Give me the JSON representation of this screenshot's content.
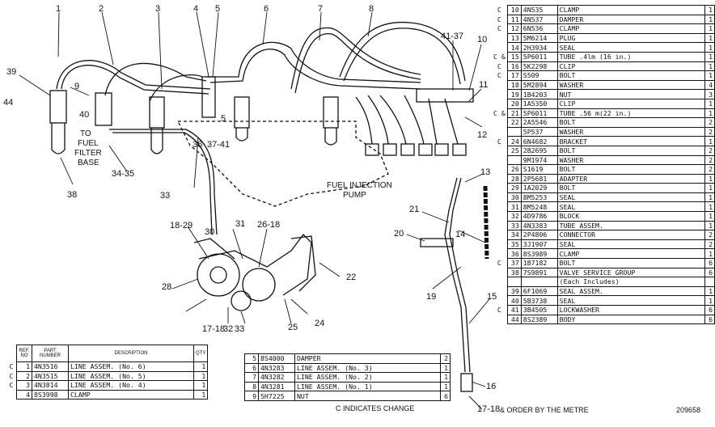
{
  "title": "",
  "labels": {
    "callouts": [
      "1",
      "2",
      "3",
      "4",
      "5",
      "6",
      "7",
      "8",
      "9",
      "10",
      "11",
      "12",
      "13",
      "14",
      "15",
      "16",
      "17-18",
      "18-29",
      "19",
      "20",
      "21",
      "22",
      "24",
      "25",
      "26-18",
      "28",
      "30",
      "31",
      "32",
      "33",
      "34-35",
      "36",
      "37-41",
      "38",
      "39",
      "40",
      "41-37",
      "44"
    ],
    "to_fuel_filter": [
      "TO",
      "FUEL",
      "FILTER",
      "BASE"
    ],
    "fuel_injection_pump": [
      "FUEL INJECTION",
      "PUMP"
    ]
  },
  "right_table": [
    {
      "c": "C",
      "ref": "10",
      "part": "4N535",
      "desc": "CLAMP",
      "qty": "1"
    },
    {
      "c": "C",
      "ref": "11",
      "part": "4N537",
      "desc": "DAMPER",
      "qty": "1"
    },
    {
      "c": "C",
      "ref": "12",
      "part": "6N536",
      "desc": "CLAMP",
      "qty": "1"
    },
    {
      "c": "",
      "ref": "13",
      "part": "5M6214",
      "desc": "PLUG",
      "qty": "1"
    },
    {
      "c": "",
      "ref": "14",
      "part": "2H3934",
      "desc": "SEAL",
      "qty": "1"
    },
    {
      "c": "C &",
      "ref": "15",
      "part": "5P6011",
      "desc": "TUBE .4lm (16 in.)",
      "qty": "1"
    },
    {
      "c": "C",
      "ref": "16",
      "part": "5K2298",
      "desc": "CLIP",
      "qty": "1"
    },
    {
      "c": "C",
      "ref": "17",
      "part": "S509",
      "desc": "BOLT",
      "qty": "1"
    },
    {
      "c": "",
      "ref": "18",
      "part": "5M2894",
      "desc": "WASHER",
      "qty": "4"
    },
    {
      "c": "",
      "ref": "19",
      "part": "1B4203",
      "desc": "NUT",
      "qty": "3"
    },
    {
      "c": "",
      "ref": "20",
      "part": "1A5350",
      "desc": "CLIP",
      "qty": "1"
    },
    {
      "c": "C &",
      "ref": "21",
      "part": "5P6011",
      "desc": "TUBE .56 m(22 in.)",
      "qty": "1"
    },
    {
      "c": "",
      "ref": "22",
      "part": "2A5546",
      "desc": "BOLT",
      "qty": "2"
    },
    {
      "c": "",
      "ref": "",
      "part": "5P537",
      "desc": "WASHER",
      "qty": "2"
    },
    {
      "c": "C",
      "ref": "24",
      "part": "6N4682",
      "desc": "BRACKET",
      "qty": "1"
    },
    {
      "c": "",
      "ref": "25",
      "part": "2B2695",
      "desc": "BOLT",
      "qty": "2"
    },
    {
      "c": "",
      "ref": "",
      "part": "9M1974",
      "desc": "WASHER",
      "qty": "2"
    },
    {
      "c": "",
      "ref": "26",
      "part": "S1619",
      "desc": "BOLT",
      "qty": "2"
    },
    {
      "c": "",
      "ref": "28",
      "part": "2P5681",
      "desc": "ADAPTER",
      "qty": "1"
    },
    {
      "c": "",
      "ref": "29",
      "part": "1A2029",
      "desc": "BOLT",
      "qty": "1"
    },
    {
      "c": "",
      "ref": "30",
      "part": "8M5253",
      "desc": "SEAL",
      "qty": "1"
    },
    {
      "c": "",
      "ref": "31",
      "part": "8M5248",
      "desc": "SEAL",
      "qty": "1"
    },
    {
      "c": "",
      "ref": "32",
      "part": "4D9786",
      "desc": "BLOCK",
      "qty": "1"
    },
    {
      "c": "",
      "ref": "33",
      "part": "4N3383",
      "desc": "TUBE ASSEM.",
      "qty": "1"
    },
    {
      "c": "",
      "ref": "34",
      "part": "2P4806",
      "desc": "CONNECTOR",
      "qty": "2"
    },
    {
      "c": "",
      "ref": "35",
      "part": "3J1907",
      "desc": "SEAL",
      "qty": "2"
    },
    {
      "c": "",
      "ref": "36",
      "part": "8S3989",
      "desc": "CLAMP",
      "qty": "1"
    },
    {
      "c": "C",
      "ref": "37",
      "part": "1B7182",
      "desc": "BOLT",
      "qty": "6"
    },
    {
      "c": "",
      "ref": "38",
      "part": "7S9891",
      "desc": "VALVE SERVICE GROUP",
      "qty": "6"
    },
    {
      "c": "",
      "ref": "",
      "part": "",
      "desc": "(Each Includes)",
      "qty": ""
    },
    {
      "c": "",
      "ref": "39",
      "part": "6F1069",
      "desc": "SEAL ASSEM.",
      "qty": "1"
    },
    {
      "c": "",
      "ref": "40",
      "part": "5B3738",
      "desc": "SEAL",
      "qty": "1"
    },
    {
      "c": "C",
      "ref": "41",
      "part": "3B4505",
      "desc": "LOCKWASHER",
      "qty": "6"
    },
    {
      "c": "",
      "ref": "44",
      "part": "8S2389",
      "desc": "BODY",
      "qty": "6"
    }
  ],
  "bottom_left_table": {
    "headers": {
      "ref": "REF. NO",
      "part": "PART NUMBER",
      "desc": "DESCRIPTION",
      "qty": "QTY"
    },
    "rows": [
      {
        "c": "C",
        "ref": "1",
        "part": "4N3516",
        "desc": "LINE ASSEM. (No. 6)",
        "qty": "1"
      },
      {
        "c": "C",
        "ref": "2",
        "part": "4N3515",
        "desc": "LINE ASSEM. (No. 5)",
        "qty": "1"
      },
      {
        "c": "C",
        "ref": "3",
        "part": "4N3814",
        "desc": "LINE ASSEM. (No. 4)",
        "qty": "1"
      },
      {
        "c": "",
        "ref": "4",
        "part": "8S3998",
        "desc": "CLAMP",
        "qty": "1"
      }
    ]
  },
  "bottom_mid_table": [
    {
      "c": "",
      "ref": "5",
      "part": "8S4000",
      "desc": "DAMPER",
      "qty": "2"
    },
    {
      "c": "",
      "ref": "6",
      "part": "4N3283",
      "desc": "LINE ASSEM. (No. 3)",
      "qty": "1"
    },
    {
      "c": "",
      "ref": "7",
      "part": "4N3282",
      "desc": "LINE ASSEM. (No. 2)",
      "qty": "1"
    },
    {
      "c": "",
      "ref": "8",
      "part": "4N3281",
      "desc": "LINE ASSEM. (No. 1)",
      "qty": "1"
    },
    {
      "c": "",
      "ref": "9",
      "part": "5H7225",
      "desc": "NUT",
      "qty": "6"
    }
  ],
  "footer": {
    "change_note": "C INDICATES CHANGE",
    "metre_note": "& ORDER BY THE METRE",
    "figure_number": "209658"
  }
}
